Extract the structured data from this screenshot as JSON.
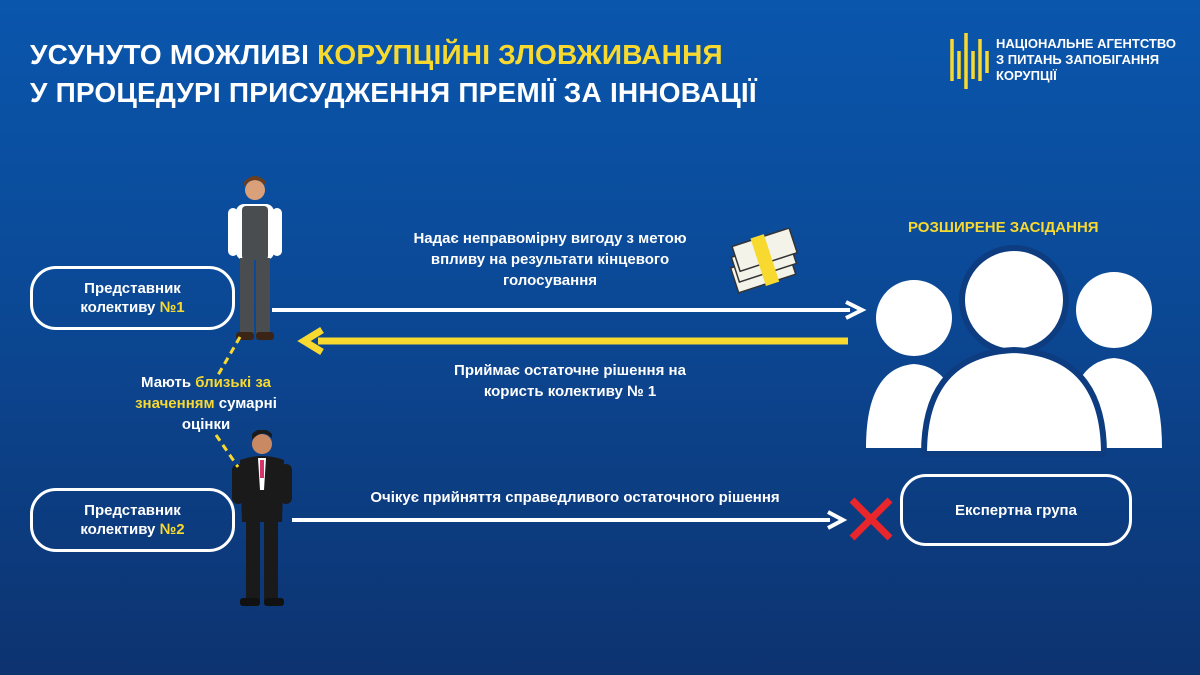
{
  "title": {
    "line1_plain": "УСУНУТО МОЖЛИВІ ",
    "line1_highlight": "КОРУПЦІЙНІ ЗЛОВЖИВАННЯ",
    "line2": "У ПРОЦЕДУРІ ПРИСУДЖЕННЯ ПРЕМІЇ ЗА ІННОВАЦІЇ"
  },
  "logo": {
    "line1": "НАЦІОНАЛЬНЕ АГЕНТСТВО",
    "line2": "З ПИТАНЬ ЗАПОБІГАННЯ",
    "line3": "КОРУПЦІЇ"
  },
  "rep1": {
    "line1": "Представник",
    "line2_plain": "колективу ",
    "line2_highlight": "№1"
  },
  "rep2": {
    "line1": "Представник",
    "line2_plain": "колективу ",
    "line2_highlight": "№2"
  },
  "note": {
    "p1": "Мають ",
    "h1": "близькі за",
    "h2": "значенням",
    "p2": " сумарні",
    "p3": "оцінки"
  },
  "arrow_top": {
    "line1": "Надає неправомірну вигоду з метою",
    "line2": "впливу на результати кінцевого",
    "line3": "голосування"
  },
  "arrow_back": {
    "line1": "Приймає остаточне рішення на",
    "line2": "користь колективу № 1"
  },
  "arrow_bottom": "Очікує прийняття справедливого остаточного рішення",
  "committee_label": "РОЗШИРЕНЕ ЗАСІДАННЯ",
  "expert_group": "Експертна група",
  "colors": {
    "accent": "#f7d92f",
    "cross": "#e8262b"
  }
}
